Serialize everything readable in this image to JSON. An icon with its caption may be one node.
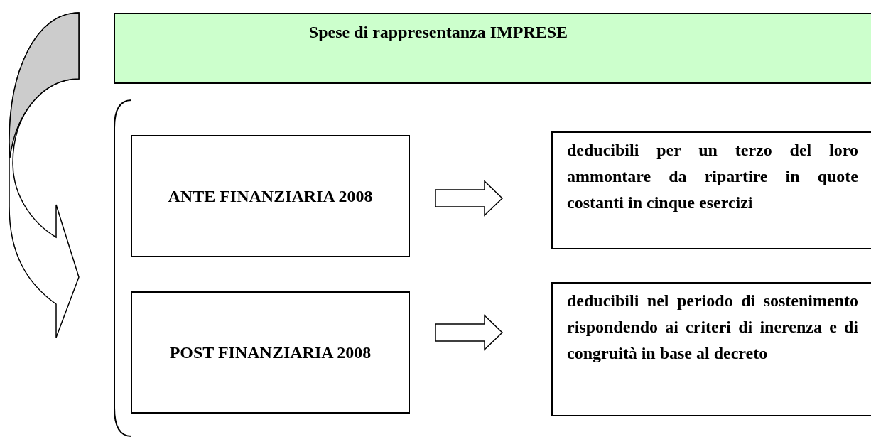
{
  "diagram": {
    "nodes": [
      {
        "text": [
          "Spese di rappresentanza IMPRESE"
        ]
      },
      {
        "text": [],
        "shape": "bracket"
      },
      {
        "text": [
          "ANTE FINANZIARIA 2008"
        ],
        "in": 1
      },
      {
        "text": [
          "deducibili per un terzo del loro ammontare da ripartire in quote costanti in cinque esercizi"
        ],
        "in": 1
      },
      {
        "text": [
          "POST FINANZIARIA 2008"
        ],
        "in": 1
      },
      {
        "text": [
          "deducibili nel periodo di sostenimento rispondendo ai criteri di inerenza e di congruità in base al decreto"
        ],
        "in": 1
      }
    ],
    "edges": [
      {
        "from": 0,
        "to": 1,
        "arrow": "to"
      },
      {
        "from": 2,
        "to": 3,
        "arrow": "to"
      },
      {
        "from": 4,
        "to": 5,
        "arrow": "to"
      }
    ]
  }
}
